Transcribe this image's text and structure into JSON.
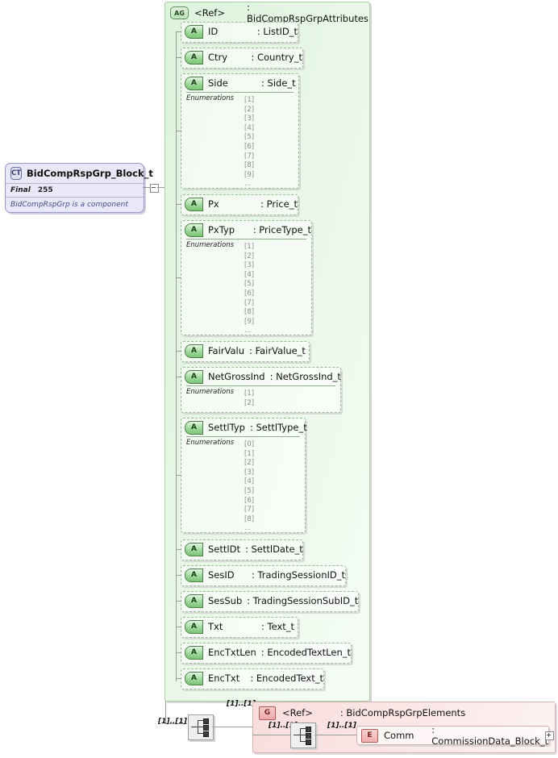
{
  "complex_type": {
    "icon": "CT",
    "title": "BidCompRspGrp_Block_t",
    "final_label": "Final",
    "final_value": "255",
    "description": "BidCompRspGrp is a component"
  },
  "attribute_group": {
    "icon": "AG",
    "ref": "<Ref>",
    "type": ": BidCompRspGrpAttributes",
    "enumerations_label": "Enumerations",
    "attributes": [
      {
        "icon": "A",
        "name": "ID",
        "type": ": ListID_t",
        "enums": []
      },
      {
        "icon": "A",
        "name": "Ctry",
        "type": ": Country_t",
        "enums": []
      },
      {
        "icon": "A",
        "name": "Side",
        "type": ": Side_t",
        "enums": [
          "[1]",
          "[2]",
          "[3]",
          "[4]",
          "[5]",
          "[6]",
          "[7]",
          "[8]",
          "[9]",
          "..."
        ]
      },
      {
        "icon": "A",
        "name": "Px",
        "type": ": Price_t",
        "enums": []
      },
      {
        "icon": "A",
        "name": "PxTyp",
        "type": ": PriceType_t",
        "enums": [
          "[1]",
          "[2]",
          "[3]",
          "[4]",
          "[5]",
          "[6]",
          "[7]",
          "[8]",
          "[9]",
          "..."
        ]
      },
      {
        "icon": "A",
        "name": "FairValu",
        "type": ": FairValue_t",
        "enums": []
      },
      {
        "icon": "A",
        "name": "NetGrossInd",
        "type": ": NetGrossInd_t",
        "enums": [
          "[1]",
          "[2]"
        ]
      },
      {
        "icon": "A",
        "name": "SettlTyp",
        "type": ": SettlType_t",
        "enums": [
          "[0]",
          "[1]",
          "[2]",
          "[3]",
          "[4]",
          "[5]",
          "[6]",
          "[7]",
          "[8]",
          "..."
        ]
      },
      {
        "icon": "A",
        "name": "SettlDt",
        "type": ": SettlDate_t",
        "enums": []
      },
      {
        "icon": "A",
        "name": "SesID",
        "type": ": TradingSessionID_t",
        "enums": []
      },
      {
        "icon": "A",
        "name": "SesSub",
        "type": ": TradingSessionSubID_t",
        "enums": []
      },
      {
        "icon": "A",
        "name": "Txt",
        "type": ": Text_t",
        "enums": []
      },
      {
        "icon": "A",
        "name": "EncTxtLen",
        "type": ": EncodedTextLen_t",
        "enums": []
      },
      {
        "icon": "A",
        "name": "EncTxt",
        "type": ": EncodedText_t",
        "enums": []
      }
    ]
  },
  "element_group": {
    "icon": "G",
    "ref": "<Ref>",
    "type": ": BidCompRspGrpElements",
    "element": {
      "icon": "E",
      "name": "Comm",
      "type": ": CommissionData_Block_t"
    }
  },
  "occurrences": {
    "outer_left": "[1]..[1]",
    "outer_top": "[1]..[1]",
    "inner_left": "[1]..[1]",
    "inner_right": "[1]..[1]"
  },
  "icons": {
    "sequence": "sequence-compositor-icon",
    "collapse": "collapse-minus-box",
    "expand": "expand-plus-box"
  },
  "colors": {
    "attribute_green": "#9fd89a",
    "element_pink": "#f0adad",
    "complextype_lavender": "#e0e0f2"
  }
}
